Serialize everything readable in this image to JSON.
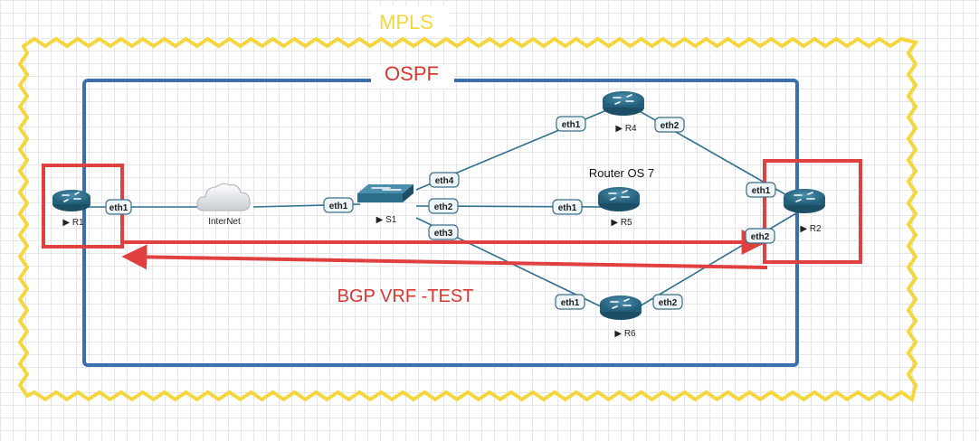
{
  "zones": {
    "mpls": {
      "label": "MPLS",
      "color": "#f5d63d"
    },
    "ospf": {
      "label": "OSPF",
      "color": "#d9352f",
      "border_color": "#3a6fb0"
    }
  },
  "nodes": {
    "r1": {
      "label": "R1",
      "icon": "router-icon"
    },
    "internet": {
      "label": "InterNet",
      "icon": "cloud-icon"
    },
    "s1": {
      "label": "S1",
      "icon": "switch-icon"
    },
    "r4": {
      "label": "R4",
      "icon": "router-icon"
    },
    "r5": {
      "label": "R5",
      "icon": "router-icon"
    },
    "r6": {
      "label": "R6",
      "icon": "router-icon"
    },
    "r2": {
      "label": "R2",
      "icon": "router-icon"
    }
  },
  "ports": {
    "r1_eth1": "eth1",
    "s1_eth1": "eth1",
    "s1_eth4": "eth4",
    "s1_eth2": "eth2",
    "s1_eth3": "eth3",
    "r4_eth1": "eth1",
    "r4_eth2": "eth2",
    "r5_eth1": "eth1",
    "r6_eth1": "eth1",
    "r6_eth2": "eth2",
    "r2_eth1": "eth1",
    "r2_eth2": "eth2"
  },
  "annotations": {
    "router_os": "Router OS 7",
    "bgp_vrf": "BGP VRF -TEST"
  },
  "colors": {
    "link": "#2f6f8f",
    "router_body": "#2c6e8a",
    "highlight_red": "#e04040",
    "port_bg": "#eef5f8"
  }
}
